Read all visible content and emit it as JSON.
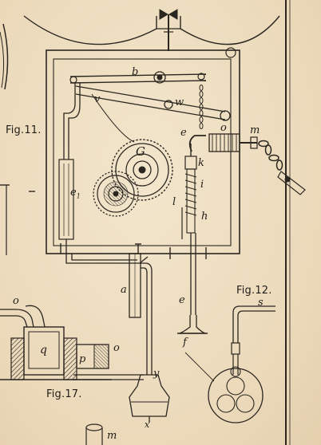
{
  "figures": {
    "fig11": "Fig.11.",
    "fig12": "Fig.12.",
    "fig17": "Fig.17."
  },
  "labels": {
    "b": "b",
    "v": "v",
    "w": "w",
    "G": "G",
    "e": "e",
    "o_chain": "o",
    "m_rod": "m",
    "e1": "e",
    "e1_sub": "1",
    "k": "k",
    "i": "i",
    "l": "l",
    "h": "h",
    "a": "a",
    "e_lower": "e",
    "f": "f",
    "s": "s",
    "q": "q",
    "o_left": "o",
    "o_right": "o",
    "p": "p",
    "y": "y",
    "x": "x",
    "m_bottom": "m"
  },
  "colors": {
    "paper": "#efe0c4",
    "ink": "#2b2620"
  }
}
